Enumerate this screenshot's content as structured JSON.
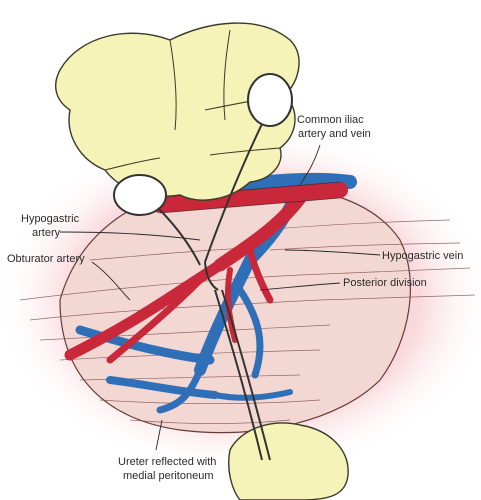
{
  "labels": {
    "common_iliac_line1": "Common iliac",
    "common_iliac_line2": "artery and vein",
    "hypogastric_artery_line1": "Hypogastric",
    "hypogastric_artery_line2": "artery",
    "obturator_artery": "Obturator artery",
    "hypogastric_vein": "Hypogastric vein",
    "posterior_division": "Posterior division",
    "ureter_line1": "Ureter reflected with",
    "ureter_line2": "medial peritoneum"
  },
  "colors": {
    "artery": "#c8283a",
    "vein": "#2f6fb8",
    "glove": "#f6f3b8",
    "tissue_glow": "#f4b6bc",
    "ink": "#2b2b2b"
  }
}
